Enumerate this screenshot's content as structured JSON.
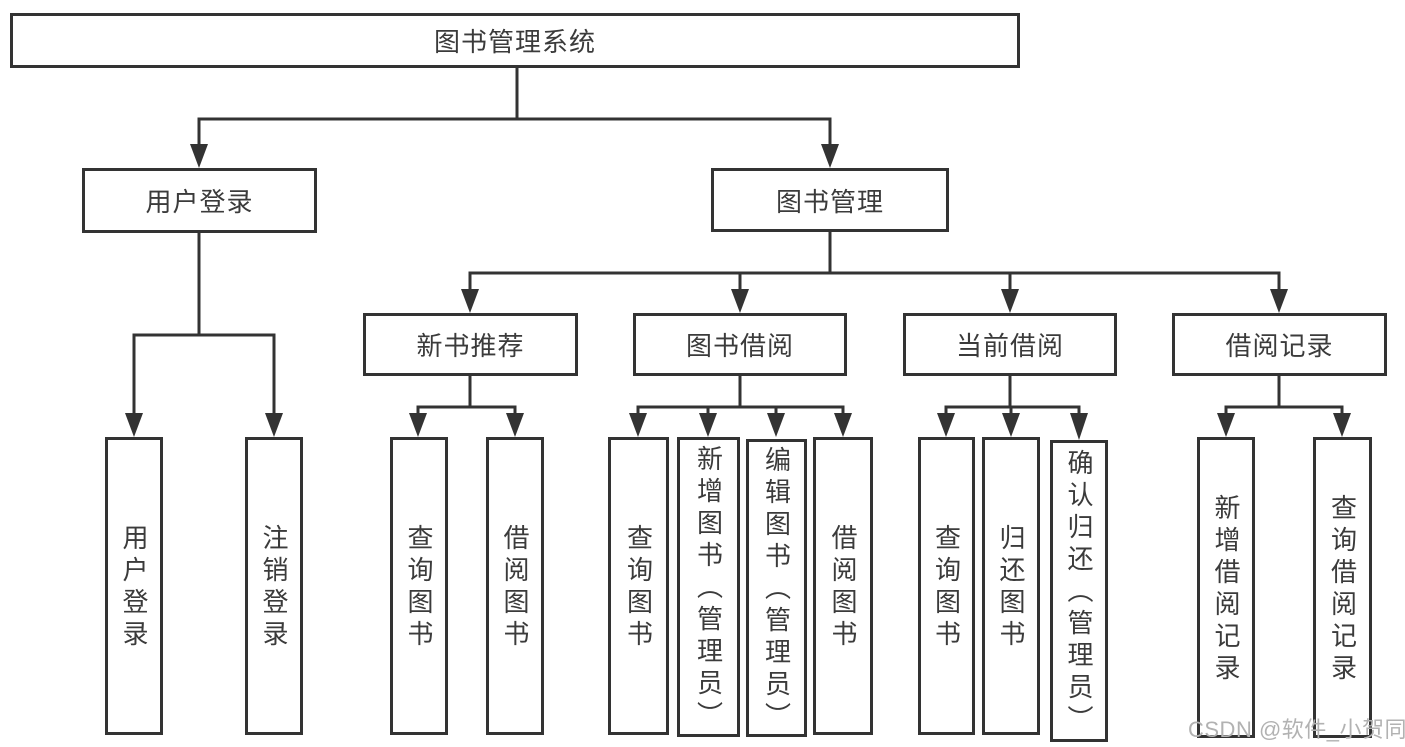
{
  "style": {
    "line_color": "#333333",
    "box_border_color": "#333333",
    "text_color": "#3b3b3b",
    "background": "#ffffff",
    "watermark_color": "#b2b2b2"
  },
  "tree": {
    "root": "图书管理系统",
    "children": [
      {
        "label": "用户登录",
        "children": [
          "用户登录",
          "注销登录"
        ]
      },
      {
        "label": "图书管理",
        "children": [
          {
            "label": "新书推荐",
            "children": [
              "查询图书",
              "借阅图书"
            ]
          },
          {
            "label": "图书借阅",
            "children": [
              "查询图书",
              "新增图书（管理员）",
              "编辑图书（管理员）",
              "借阅图书"
            ]
          },
          {
            "label": "当前借阅",
            "children": [
              "查询图书",
              "归还图书",
              "确认归还（管理员）"
            ]
          },
          {
            "label": "借阅记录",
            "children": [
              "新增借阅记录",
              "查询借阅记录"
            ]
          }
        ]
      }
    ]
  },
  "watermark": {
    "text": "CSDN @软件_小贺同学"
  }
}
